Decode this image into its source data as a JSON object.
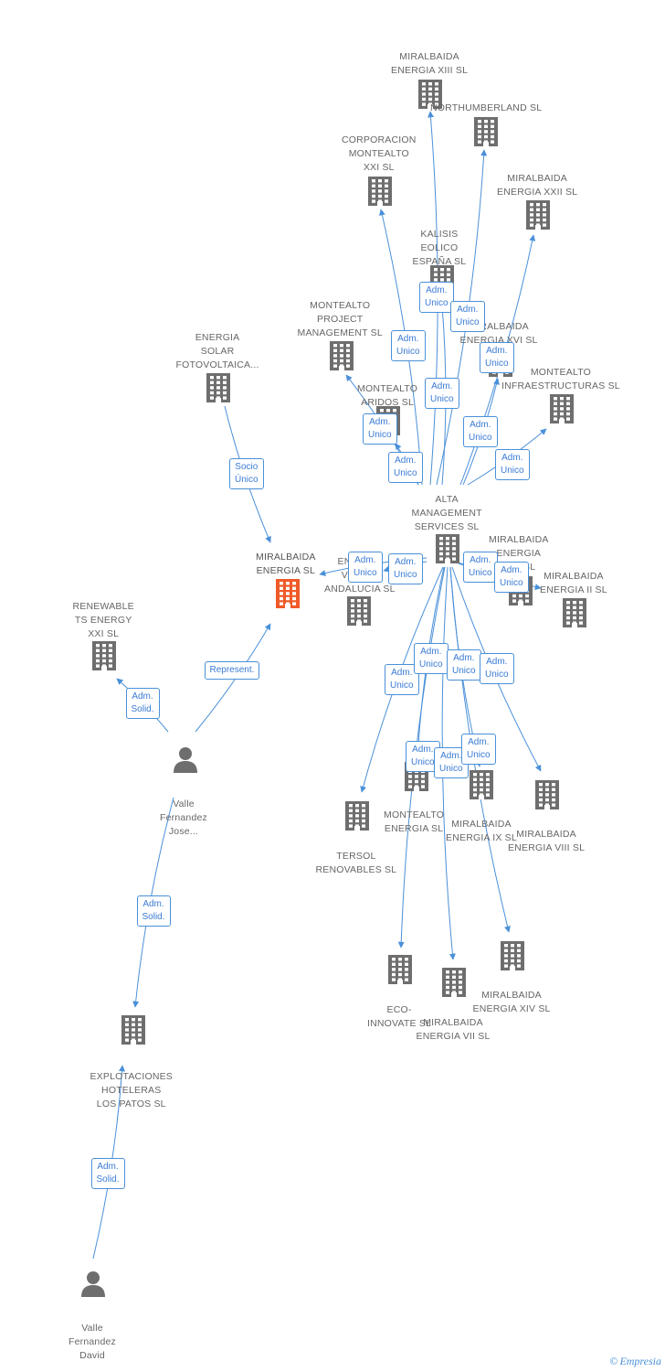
{
  "colors": {
    "edge": "#4a90d9",
    "company": "#6e6e6e",
    "focus": "#f05a28",
    "person": "#6e6e6e",
    "label_text": "#666666",
    "edge_label_text": "#3a7bd5"
  },
  "nodes": [
    {
      "id": "n_xiii",
      "type": "company",
      "label": "MIRALBAIDA\nENERGIA XIII SL"
    },
    {
      "id": "n_north",
      "type": "company",
      "label": "NORTHUMBERLAND SL"
    },
    {
      "id": "n_corp",
      "type": "company",
      "label": "CORPORACION\nMONTEALTO\nXXI SL"
    },
    {
      "id": "n_xxii",
      "type": "company",
      "label": "MIRALBAIDA\nENERGIA XXII SL"
    },
    {
      "id": "n_kal",
      "type": "company",
      "label": "KALISIS\nEOLICO\nESPAÑA SL"
    },
    {
      "id": "n_pm",
      "type": "company",
      "label": "MONTEALTO\nPROJECT\nMANAGEMENT SL"
    },
    {
      "id": "n_xvi",
      "type": "company",
      "label": "MIRALBAIDA\nENERGIA XVI SL"
    },
    {
      "id": "n_solar",
      "type": "company",
      "label": "ENERGIA\nSOLAR\nFOTOVOLTAICA..."
    },
    {
      "id": "n_aridos",
      "type": "company",
      "label": "MONTEALTO\nARIDOS SL"
    },
    {
      "id": "n_infra",
      "type": "company",
      "label": "MONTEALTO\nINFRAESTRUCTURAS SL"
    },
    {
      "id": "n_alta",
      "type": "company",
      "label": "ALTA\nMANAGEMENT\nSERVICES SL"
    },
    {
      "id": "n_focus",
      "type": "focus",
      "label": "MIRALBAIDA\nENERGIA SL"
    },
    {
      "id": "n_andal",
      "type": "company",
      "label": "ENERGIA\nVIENTO\nANDALUCIA SL"
    },
    {
      "id": "n_xvii",
      "type": "company",
      "label": "MIRALBAIDA\nENERGIA\nXVII SL"
    },
    {
      "id": "n_ii",
      "type": "company",
      "label": "MIRALBAIDA\nENERGIA II SL"
    },
    {
      "id": "n_renew",
      "type": "company",
      "label": "RENEWABLE\nTS ENERGY\nXXI SL"
    },
    {
      "id": "n_jose",
      "type": "person",
      "label": "Valle\nFernandez\nJose..."
    },
    {
      "id": "n_tersol",
      "type": "company",
      "label": "TERSOL\nRENOVABLES SL"
    },
    {
      "id": "n_mae",
      "type": "company",
      "label": "MONTEALTO\nENERGIA SL"
    },
    {
      "id": "n_ix",
      "type": "company",
      "label": "MIRALBAIDA\nENERGIA IX SL"
    },
    {
      "id": "n_viii",
      "type": "company",
      "label": "MIRALBAIDA\nENERGIA VIII SL"
    },
    {
      "id": "n_eco",
      "type": "company",
      "label": "ECO-\nINNOVATE SL"
    },
    {
      "id": "n_vii",
      "type": "company",
      "label": "MIRALBAIDA\nENERGIA VII SL"
    },
    {
      "id": "n_xiv",
      "type": "company",
      "label": "MIRALBAIDA\nENERGIA XIV SL"
    },
    {
      "id": "n_hotel",
      "type": "company",
      "label": "EXPLOTACIONES\nHOTELERAS\nLOS PATOS SL"
    },
    {
      "id": "n_david",
      "type": "person",
      "label": "Valle\nFernandez\nDavid"
    }
  ],
  "edges": [
    {
      "from": "n_alta",
      "to": "n_xiii",
      "label": "Adm.\nUnico"
    },
    {
      "from": "n_alta",
      "to": "n_north",
      "label": "Adm.\nUnico"
    },
    {
      "from": "n_alta",
      "to": "n_corp",
      "label": "Adm.\nUnico"
    },
    {
      "from": "n_alta",
      "to": "n_xxii",
      "label": "Adm.\nUnico"
    },
    {
      "from": "n_alta",
      "to": "n_kal",
      "label": "Adm.\nUnico"
    },
    {
      "from": "n_alta",
      "to": "n_pm",
      "label": "Adm.\nUnico"
    },
    {
      "from": "n_alta",
      "to": "n_xvi",
      "label": "Adm.\nUnico"
    },
    {
      "from": "n_alta",
      "to": "n_aridos",
      "label": "Adm.\nUnico"
    },
    {
      "from": "n_alta",
      "to": "n_infra",
      "label": "Adm.\nUnico"
    },
    {
      "from": "n_solar",
      "to": "n_focus",
      "label": "Socio\nÚnico"
    },
    {
      "from": "n_alta",
      "to": "n_focus",
      "label": "Adm.\nUnico"
    },
    {
      "from": "n_alta",
      "to": "n_andal",
      "label": "Adm.\nUnico"
    },
    {
      "from": "n_alta",
      "to": "n_xvii",
      "label": "Adm.\nUnico"
    },
    {
      "from": "n_alta",
      "to": "n_ii",
      "label": "Adm.\nUnico"
    },
    {
      "from": "n_jose",
      "to": "n_focus",
      "label": "Represent."
    },
    {
      "from": "n_jose",
      "to": "n_renew",
      "label": "Adm.\nSolid."
    },
    {
      "from": "n_alta",
      "to": "n_tersol",
      "label": "Adm.\nUnico"
    },
    {
      "from": "n_alta",
      "to": "n_mae",
      "label": "Adm.\nUnico"
    },
    {
      "from": "n_alta",
      "to": "n_ix",
      "label": "Adm.\nUnico"
    },
    {
      "from": "n_alta",
      "to": "n_viii",
      "label": "Adm.\nUnico"
    },
    {
      "from": "n_alta",
      "to": "n_eco",
      "label": "Adm.\nUnico"
    },
    {
      "from": "n_alta",
      "to": "n_vii",
      "label": "Adm.\nUnico"
    },
    {
      "from": "n_alta",
      "to": "n_xiv",
      "label": "Adm.\nUnico"
    },
    {
      "from": "n_jose",
      "to": "n_hotel",
      "label": "Adm.\nSolid."
    },
    {
      "from": "n_david",
      "to": "n_hotel",
      "label": "Adm.\nSolid."
    }
  ],
  "credit": {
    "symbol": "©",
    "brand": "Empresia"
  }
}
